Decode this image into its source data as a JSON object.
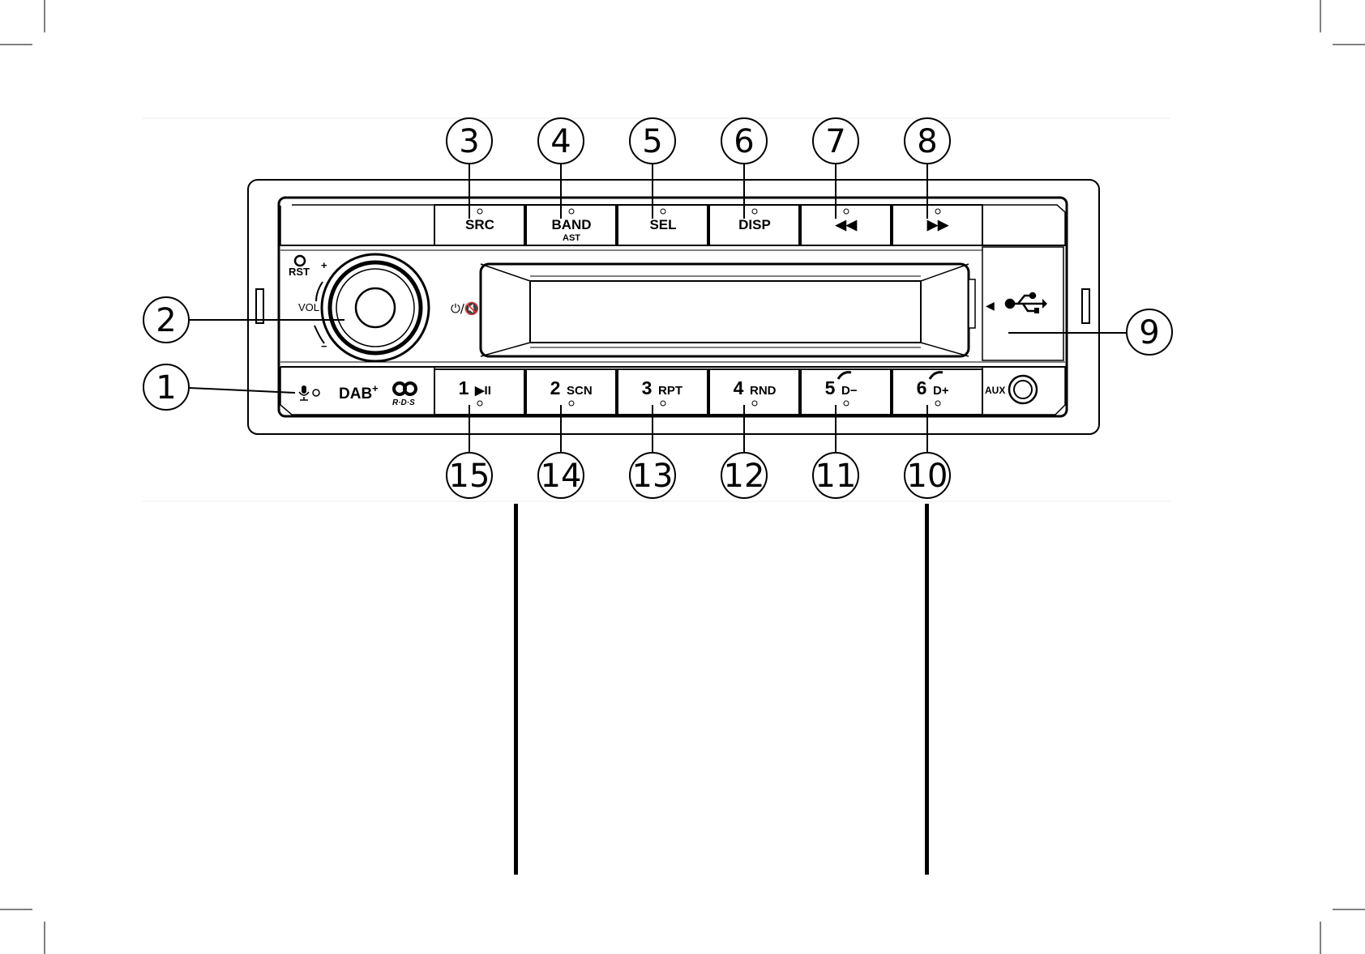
{
  "front_panel": {
    "buttons_top": [
      {
        "id": "src",
        "label": "SRC",
        "sub": ""
      },
      {
        "id": "band",
        "label": "BAND",
        "sub": "AST"
      },
      {
        "id": "sel",
        "label": "SEL",
        "sub": ""
      },
      {
        "id": "disp",
        "label": "DISP",
        "sub": ""
      },
      {
        "id": "prev",
        "label": "◀◀",
        "sub": ""
      },
      {
        "id": "next",
        "label": "▶▶",
        "sub": ""
      }
    ],
    "buttons_bottom": [
      {
        "id": "preset1",
        "num": "1",
        "label": "▶II"
      },
      {
        "id": "preset2",
        "num": "2",
        "label": "SCN"
      },
      {
        "id": "preset3",
        "num": "3",
        "label": "RPT"
      },
      {
        "id": "preset4",
        "num": "4",
        "label": "RND"
      },
      {
        "id": "preset5",
        "num": "5",
        "label": "D−"
      },
      {
        "id": "preset6",
        "num": "6",
        "label": "D+"
      }
    ],
    "rst_label": "RST",
    "vol_label": "VOL",
    "vol_plus": "+",
    "vol_minus": "−",
    "power_mute_symbol": "⏻/🔇",
    "dab_label": "DAB",
    "dab_plus": "+",
    "rds_label": "R·D·S",
    "aux_label": "AUX",
    "usb_arrow": "◀"
  },
  "callouts_top": [
    "3",
    "4",
    "5",
    "6",
    "7",
    "8"
  ],
  "callouts_bottom": [
    "15",
    "14",
    "13",
    "12",
    "11",
    "10"
  ],
  "callout_volume": "2",
  "callout_mic": "1",
  "callout_usb": "9",
  "colors": {
    "ink": "#000000",
    "button_face": "#ffffff",
    "page": "#ffffff"
  }
}
